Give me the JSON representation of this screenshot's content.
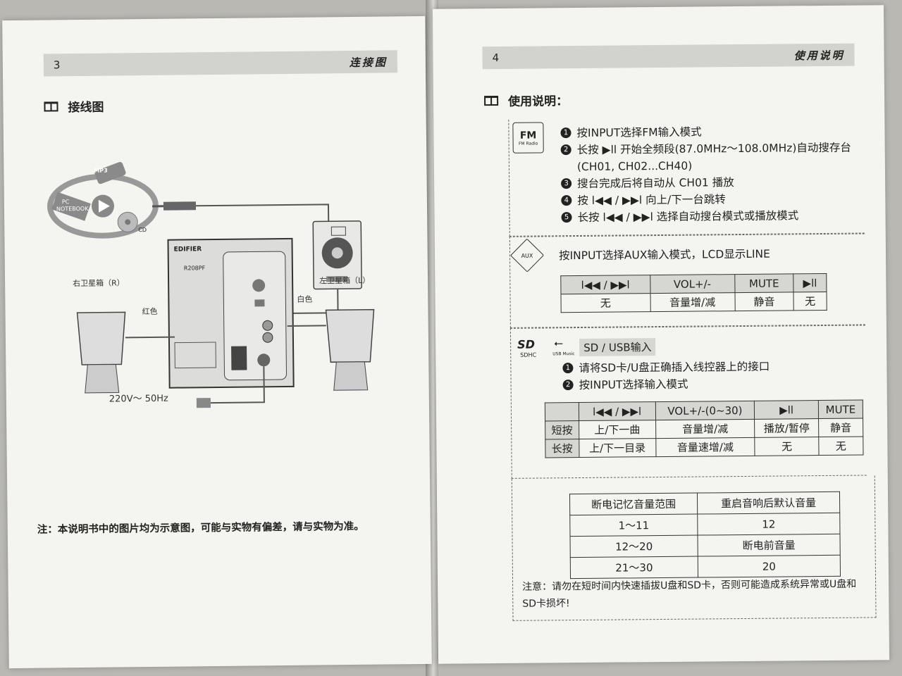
{
  "left": {
    "page_number": "3",
    "header_title": "连接图",
    "section_title": "接线图",
    "labels": {
      "right_speaker": "右卫星箱（R）",
      "left_speaker": "左卫星箱（L）",
      "red": "红色",
      "white": "白色",
      "power": "220V～ 50Hz",
      "mp3": "MP3",
      "pc": "PC",
      "notebook": "NOTEBOOK",
      "cd": "CD",
      "brand": "EDIFIER",
      "model": "R208PF"
    },
    "note": "注：本说明书中的图片均为示意图，可能与实物有偏差，请与实物为准。"
  },
  "right": {
    "page_number": "4",
    "header_title": "使用说明",
    "section_title": "使用说明：",
    "fm": {
      "icon_text": "FM",
      "icon_sub": "FM Radio",
      "items": [
        "按INPUT选择FM输入模式",
        "长按 ▶ll 开始全频段(87.0MHz～108.0MHz)自动搜存台(CH01, CH02...CH40)",
        "搜台完成后将自动从 CH01 播放",
        "按 l◀◀ / ▶▶l 向上/下一台跳转",
        "长按 l◀◀ / ▶▶l 选择自动搜台模式或播放模式"
      ],
      "nums": [
        "1",
        "2",
        "3",
        "4",
        "5"
      ]
    },
    "aux": {
      "icon_text": "AUX",
      "line": "按INPUT选择AUX输入模式，LCD显示LINE",
      "headers": [
        "l◀◀ / ▶▶l",
        "VOL+/-",
        "MUTE",
        "▶ll"
      ],
      "values": [
        "无",
        "音量增/减",
        "静音",
        "无"
      ]
    },
    "sd": {
      "sd_logo": "SD",
      "sdhc": "SDHC",
      "usb_music": "USB Music",
      "title": "SD / USB输入",
      "items": [
        "请将SD卡/U盘正确插入线控器上的接口",
        "按INPUT选择输入模式"
      ],
      "nums": [
        "1",
        "2"
      ],
      "table_headers": [
        "",
        "l◀◀ / ▶▶l",
        "VOL+/-(0~30)",
        "▶ll",
        "MUTE"
      ],
      "rows": [
        [
          "短按",
          "上/下一曲",
          "音量增/减",
          "播放/暂停",
          "静音"
        ],
        [
          "长按",
          "上/下一目录",
          "音量速增/减",
          "无",
          "无"
        ]
      ]
    },
    "memory": {
      "headers": [
        "断电记忆音量范围",
        "重启音响后默认音量"
      ],
      "rows": [
        [
          "1～11",
          "12"
        ],
        [
          "12～20",
          "断电前音量"
        ],
        [
          "21～30",
          "20"
        ]
      ]
    },
    "note": "注意：请勿在短时间内快速插拔U盘和SD卡，否则可能造成系统异常或U盘和SD卡损坏!"
  }
}
